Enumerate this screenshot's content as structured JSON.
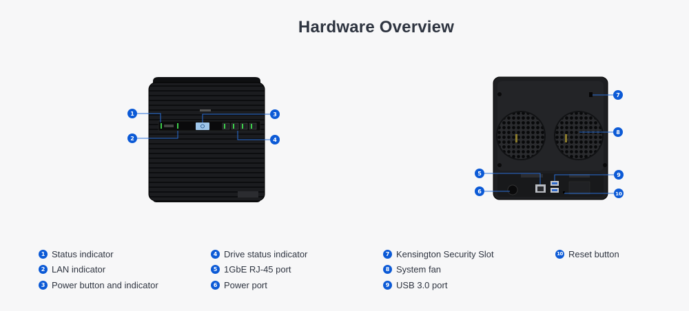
{
  "header": {
    "title": "Hardware Overview"
  },
  "front": {
    "badges": [
      "1",
      "2",
      "3",
      "4"
    ]
  },
  "rear": {
    "badges": [
      "5",
      "6",
      "7",
      "8",
      "9",
      "10"
    ]
  },
  "legend": {
    "columns": [
      [
        {
          "num": "1",
          "label": "Status indicator"
        },
        {
          "num": "2",
          "label": "LAN indicator"
        },
        {
          "num": "3",
          "label": "Power button and indicator"
        }
      ],
      [
        {
          "num": "4",
          "label": "Drive status indicator"
        },
        {
          "num": "5",
          "label": "1GbE RJ-45 port"
        },
        {
          "num": "6",
          "label": "Power port"
        }
      ],
      [
        {
          "num": "7",
          "label": "Kensington Security Slot"
        },
        {
          "num": "8",
          "label": "System fan"
        },
        {
          "num": "9",
          "label": "USB 3.0 port"
        }
      ],
      [
        {
          "num": "10",
          "label": "Reset button"
        }
      ]
    ]
  },
  "colors": {
    "badge": "#0c5ad6",
    "device": "#1c1d20",
    "callout": "#2a6fd8"
  }
}
